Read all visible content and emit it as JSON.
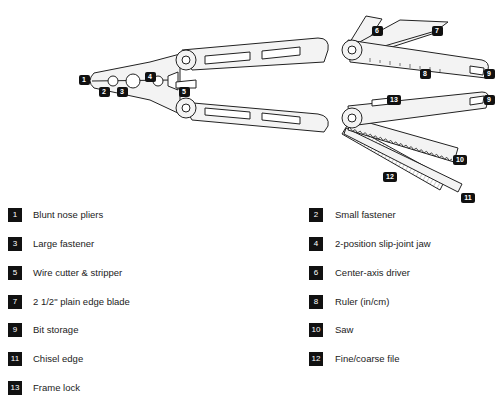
{
  "diagram": {
    "labels": [
      "1",
      "2",
      "3",
      "4",
      "5",
      "6",
      "7",
      "8",
      "9",
      "9",
      "10",
      "11",
      "12",
      "13",
      "1",
      "Blunt nose pliers",
      "2",
      "Small fastener",
      "3",
      "Large fastener",
      "4",
      "2-position slip-joint jaw",
      "5",
      "Wire cutter & stripper",
      "6",
      "Center-axis driver",
      "7",
      "2 1/2\" plain edge blade",
      "8",
      "Ruler (in/cm)",
      "9",
      "Bit storage",
      "10",
      "Saw",
      "11",
      "Chisel edge",
      "12",
      "Fine/coarse file",
      "13",
      "Frame lock"
    ]
  }
}
